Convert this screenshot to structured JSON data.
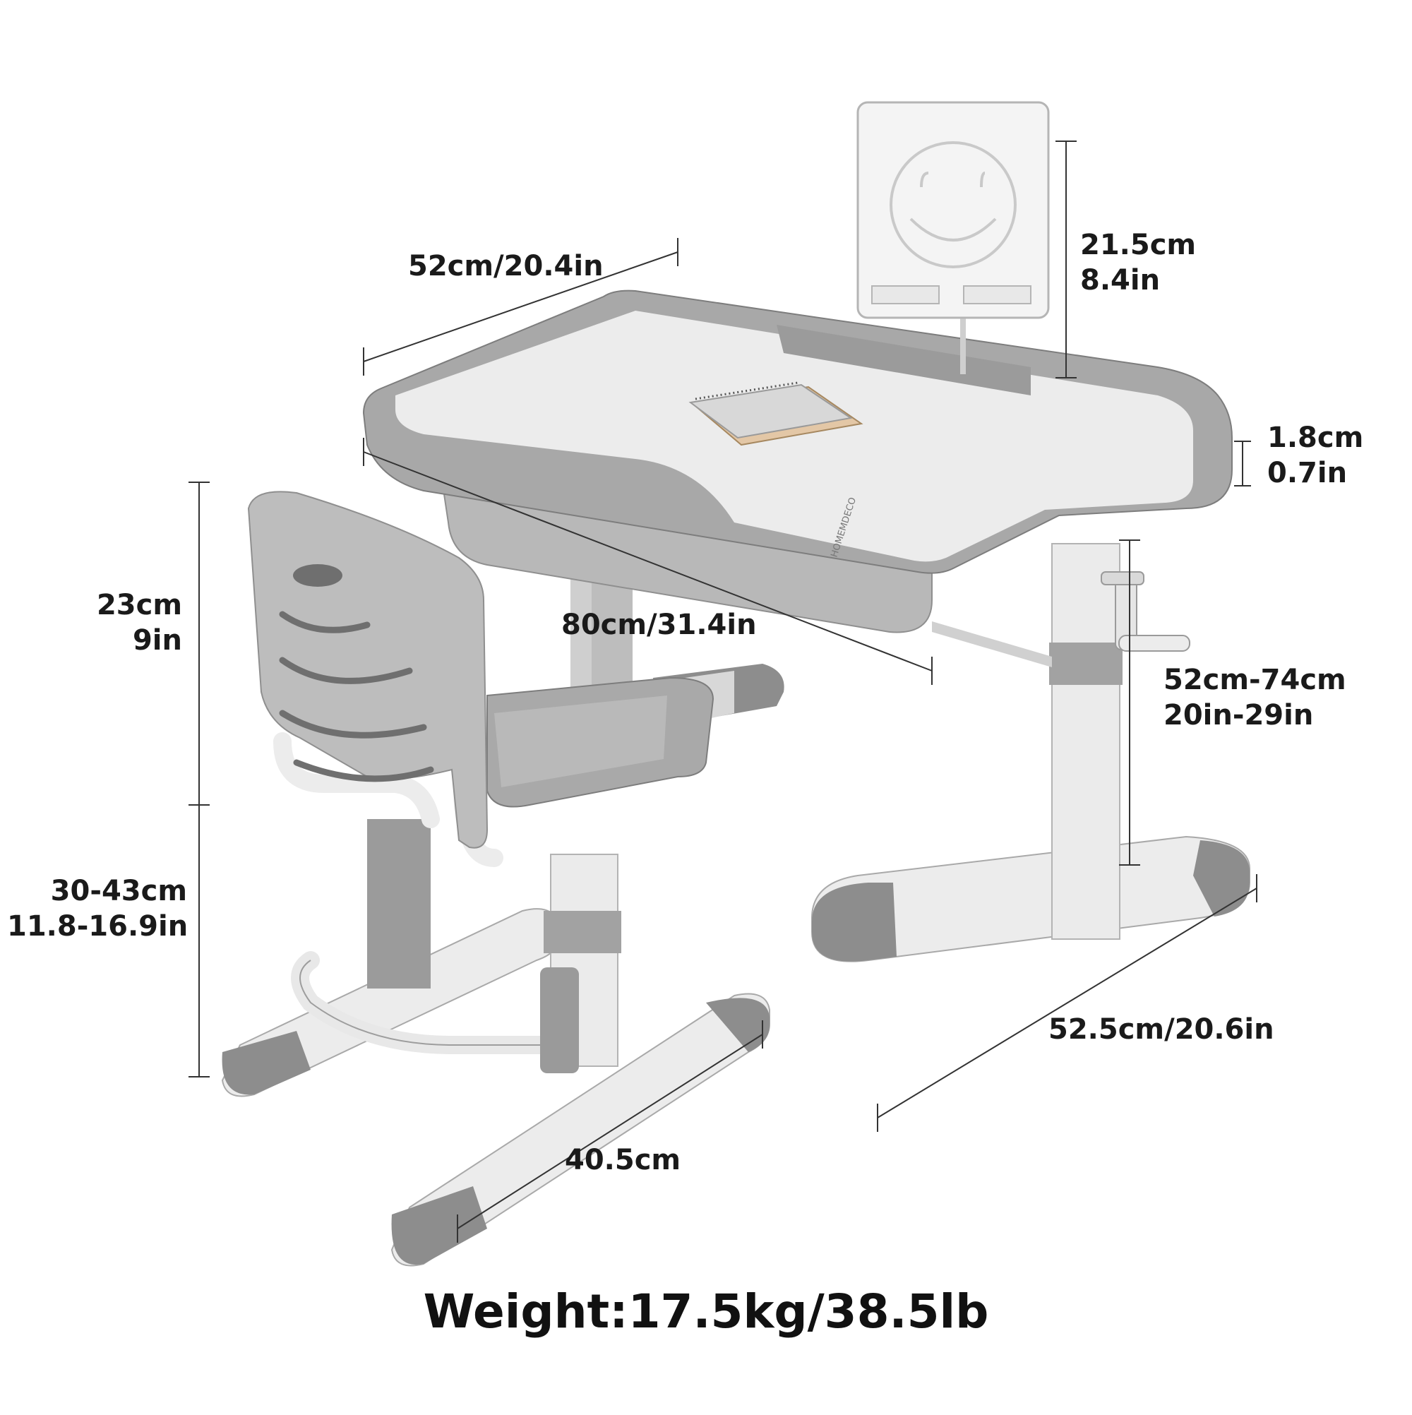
{
  "dimensions": {
    "desk_depth": "52cm/20.4in",
    "desk_width": "80cm/31.4in",
    "book_stand_height": {
      "cm": "21.5cm",
      "in": "8.4in"
    },
    "desk_edge_height": {
      "cm": "1.8cm",
      "in": "0.7in"
    },
    "desk_height_range": {
      "cm": "52cm-74cm",
      "in": "20in-29in"
    },
    "desk_base_length": "52.5cm/20.6in",
    "chair_back_height": {
      "cm": "23cm",
      "in": "9in"
    },
    "chair_seat_height_range": {
      "cm": "30-43cm",
      "in": "11.8-16.9in"
    },
    "chair_base_length": "40.5cm"
  },
  "weight_label": "Weight:17.5kg/38.5lb",
  "colors": {
    "gray_dark": "#8e8e8e",
    "gray_mid": "#b7b7b7",
    "gray_light": "#d6d6d6",
    "white_part": "#f1f1f1",
    "line": "#333333"
  }
}
